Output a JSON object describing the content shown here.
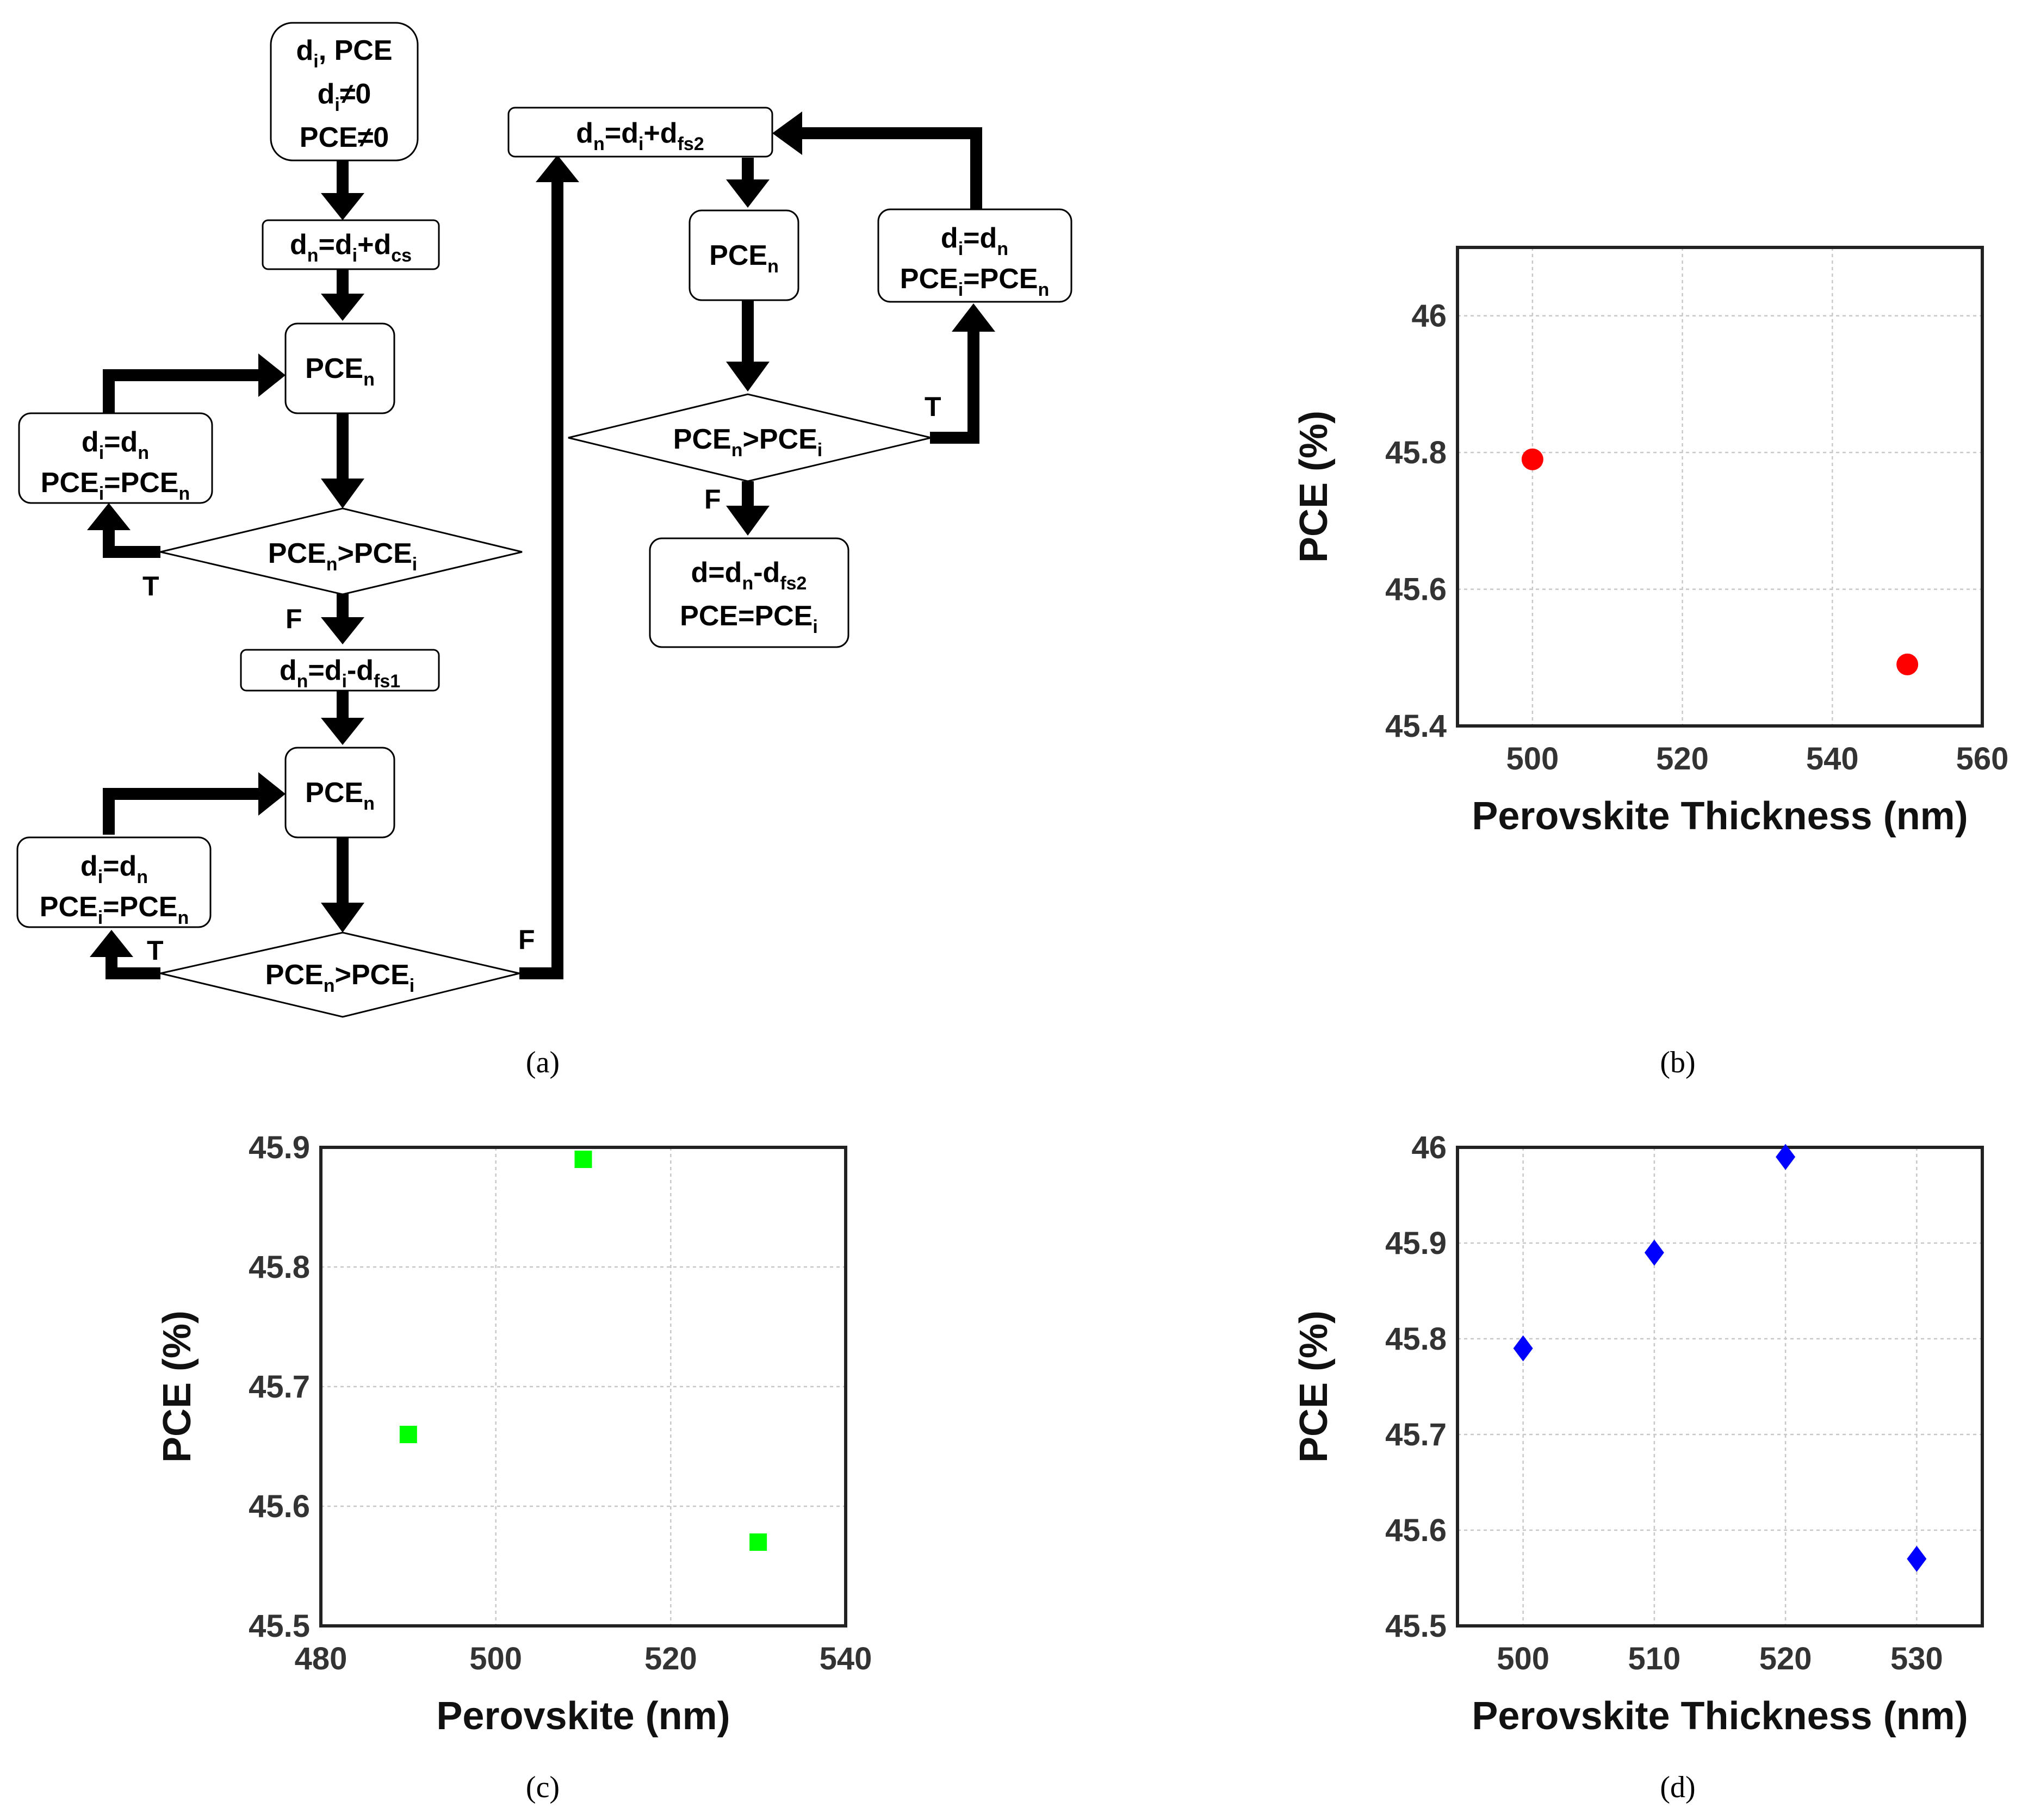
{
  "flowchart": {
    "start": [
      "d",
      "i",
      ", PCE",
      "d",
      "i",
      "≠0",
      "PCE≠0"
    ],
    "captions": [
      "(a)",
      "(b)",
      "(c)",
      "(d)"
    ],
    "true_label": "T",
    "false_label": "F"
  },
  "chart_data": [
    {
      "panel": "(b)",
      "type": "scatter",
      "xlabel": "Perovskite Thickness (nm)",
      "ylabel": "PCE (%)",
      "xlim": [
        490,
        560
      ],
      "ylim": [
        45.4,
        46.1
      ],
      "xticks": [
        500,
        520,
        540,
        560
      ],
      "yticks": [
        45.4,
        45.6,
        45.8,
        46
      ],
      "ytick_labels": [
        "45.4",
        "45.6",
        "45.8",
        "46"
      ],
      "grid": true,
      "marker": "circle",
      "color": "#ff0000",
      "x": [
        500,
        550
      ],
      "y": [
        45.79,
        45.49
      ]
    },
    {
      "panel": "(c)",
      "type": "scatter",
      "xlabel": "Perovskite (nm)",
      "ylabel": "PCE (%)",
      "xlim": [
        480,
        540
      ],
      "ylim": [
        45.5,
        45.9
      ],
      "xticks": [
        480,
        500,
        520,
        540
      ],
      "yticks": [
        45.5,
        45.6,
        45.7,
        45.8,
        45.9
      ],
      "ytick_labels": [
        "45.5",
        "45.6",
        "45.7",
        "45.8",
        "45.9"
      ],
      "grid": true,
      "marker": "square",
      "color": "#00ff00",
      "x": [
        490,
        510,
        530
      ],
      "y": [
        45.66,
        45.89,
        45.57
      ]
    },
    {
      "panel": "(d)",
      "type": "scatter",
      "xlabel": "Perovskite Thickness (nm)",
      "ylabel": "PCE (%)",
      "xlim": [
        495,
        535
      ],
      "ylim": [
        45.5,
        46
      ],
      "xticks": [
        500,
        510,
        520,
        530
      ],
      "yticks": [
        45.5,
        45.6,
        45.7,
        45.8,
        45.9,
        46
      ],
      "ytick_labels": [
        "45.5",
        "45.6",
        "45.7",
        "45.8",
        "45.9",
        "46"
      ],
      "grid": true,
      "marker": "diamond",
      "color": "#0000ff",
      "x": [
        500,
        510,
        520,
        530
      ],
      "y": [
        45.79,
        45.89,
        45.99,
        45.57
      ]
    }
  ]
}
